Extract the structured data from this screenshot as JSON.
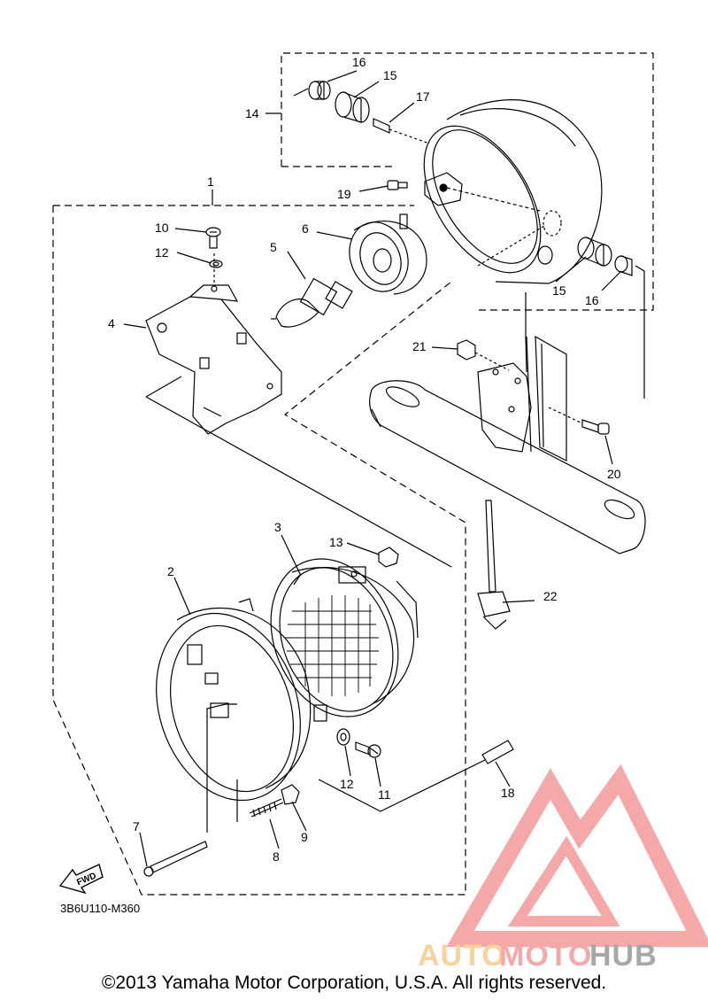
{
  "callouts": {
    "c1": "1",
    "c2": "2",
    "c3": "3",
    "c4": "4",
    "c5": "5",
    "c6": "6",
    "c7": "7",
    "c8": "8",
    "c9": "9",
    "c10": "10",
    "c11": "11",
    "c12a": "12",
    "c12b": "12",
    "c13": "13",
    "c14": "14",
    "c15a": "15",
    "c15b": "15",
    "c16a": "16",
    "c16b": "16",
    "c17": "17",
    "c18": "18",
    "c19": "19",
    "c20": "20",
    "c21": "21",
    "c22": "22"
  },
  "fwd_label": "FWD",
  "diagram_code": "3B6U110-M360",
  "copyright": "©2013 Yamaha Motor Corporation, U.S.A. All rights reserved.",
  "watermark": {
    "part1": "AUTO",
    "part2": "MOTO",
    "part3": "HUB"
  },
  "colors": {
    "line": "#000000",
    "watermark_red": "#f28c8c",
    "watermark_orange": "#f7c27a",
    "watermark_grey": "#8a8a8a"
  }
}
